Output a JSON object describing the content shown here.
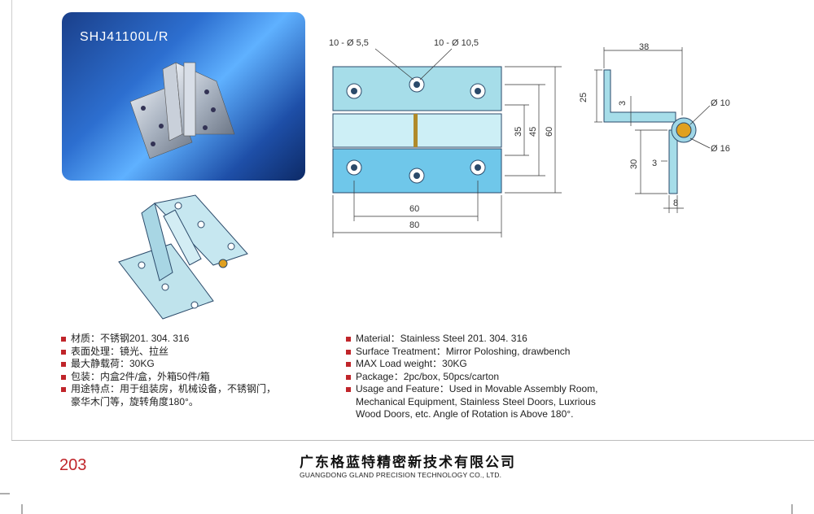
{
  "product": {
    "model": "SHJ41100L/R"
  },
  "specs_cn": [
    "材质：不锈钢201. 304. 316",
    "表面处理：镜光、拉丝",
    "最大静载荷：30KG",
    "包装：内盒2件/盒，外箱50件/箱",
    "用途特点：用于组装房，机械设备，不锈钢门，",
    "豪华木门等，旋转角度180°。"
  ],
  "specs_en": [
    "Material：Stainless Steel 201. 304. 316",
    "Surface Treatment：Mirror Poloshing, drawbench",
    "MAX Load weight：30KG",
    "Package：2pc/box,  50pcs/carton",
    "Usage and Feature：Used in Movable Assembly Room,",
    "Mechanical Equipment, Stainless Steel Doors, Luxrious",
    "Wood Doors, etc. Angle of Rotation is Above 180°."
  ],
  "drawing": {
    "front": {
      "hole_small": "10 - Ø 5,5",
      "hole_large": "10 - Ø 10,5",
      "d35": "35",
      "d45": "45",
      "d60": "60",
      "w60": "60",
      "w80": "80"
    },
    "side": {
      "d38": "38",
      "d25": "25",
      "d3a": "3",
      "phi10": "Ø 10",
      "phi16": "Ø 16",
      "d30": "30",
      "d3b": "3",
      "d8": "8"
    }
  },
  "page_number": "203",
  "company": {
    "name_cn": "广东格蓝特精密新技术有限公司",
    "name_en": "GUANGDONG GLAND PRECISION TECHNOLOGY CO., LTD."
  },
  "colors": {
    "accent": "#c0252a",
    "part_face": "#8fd3e6",
    "part_edge": "#2b4a6a"
  }
}
